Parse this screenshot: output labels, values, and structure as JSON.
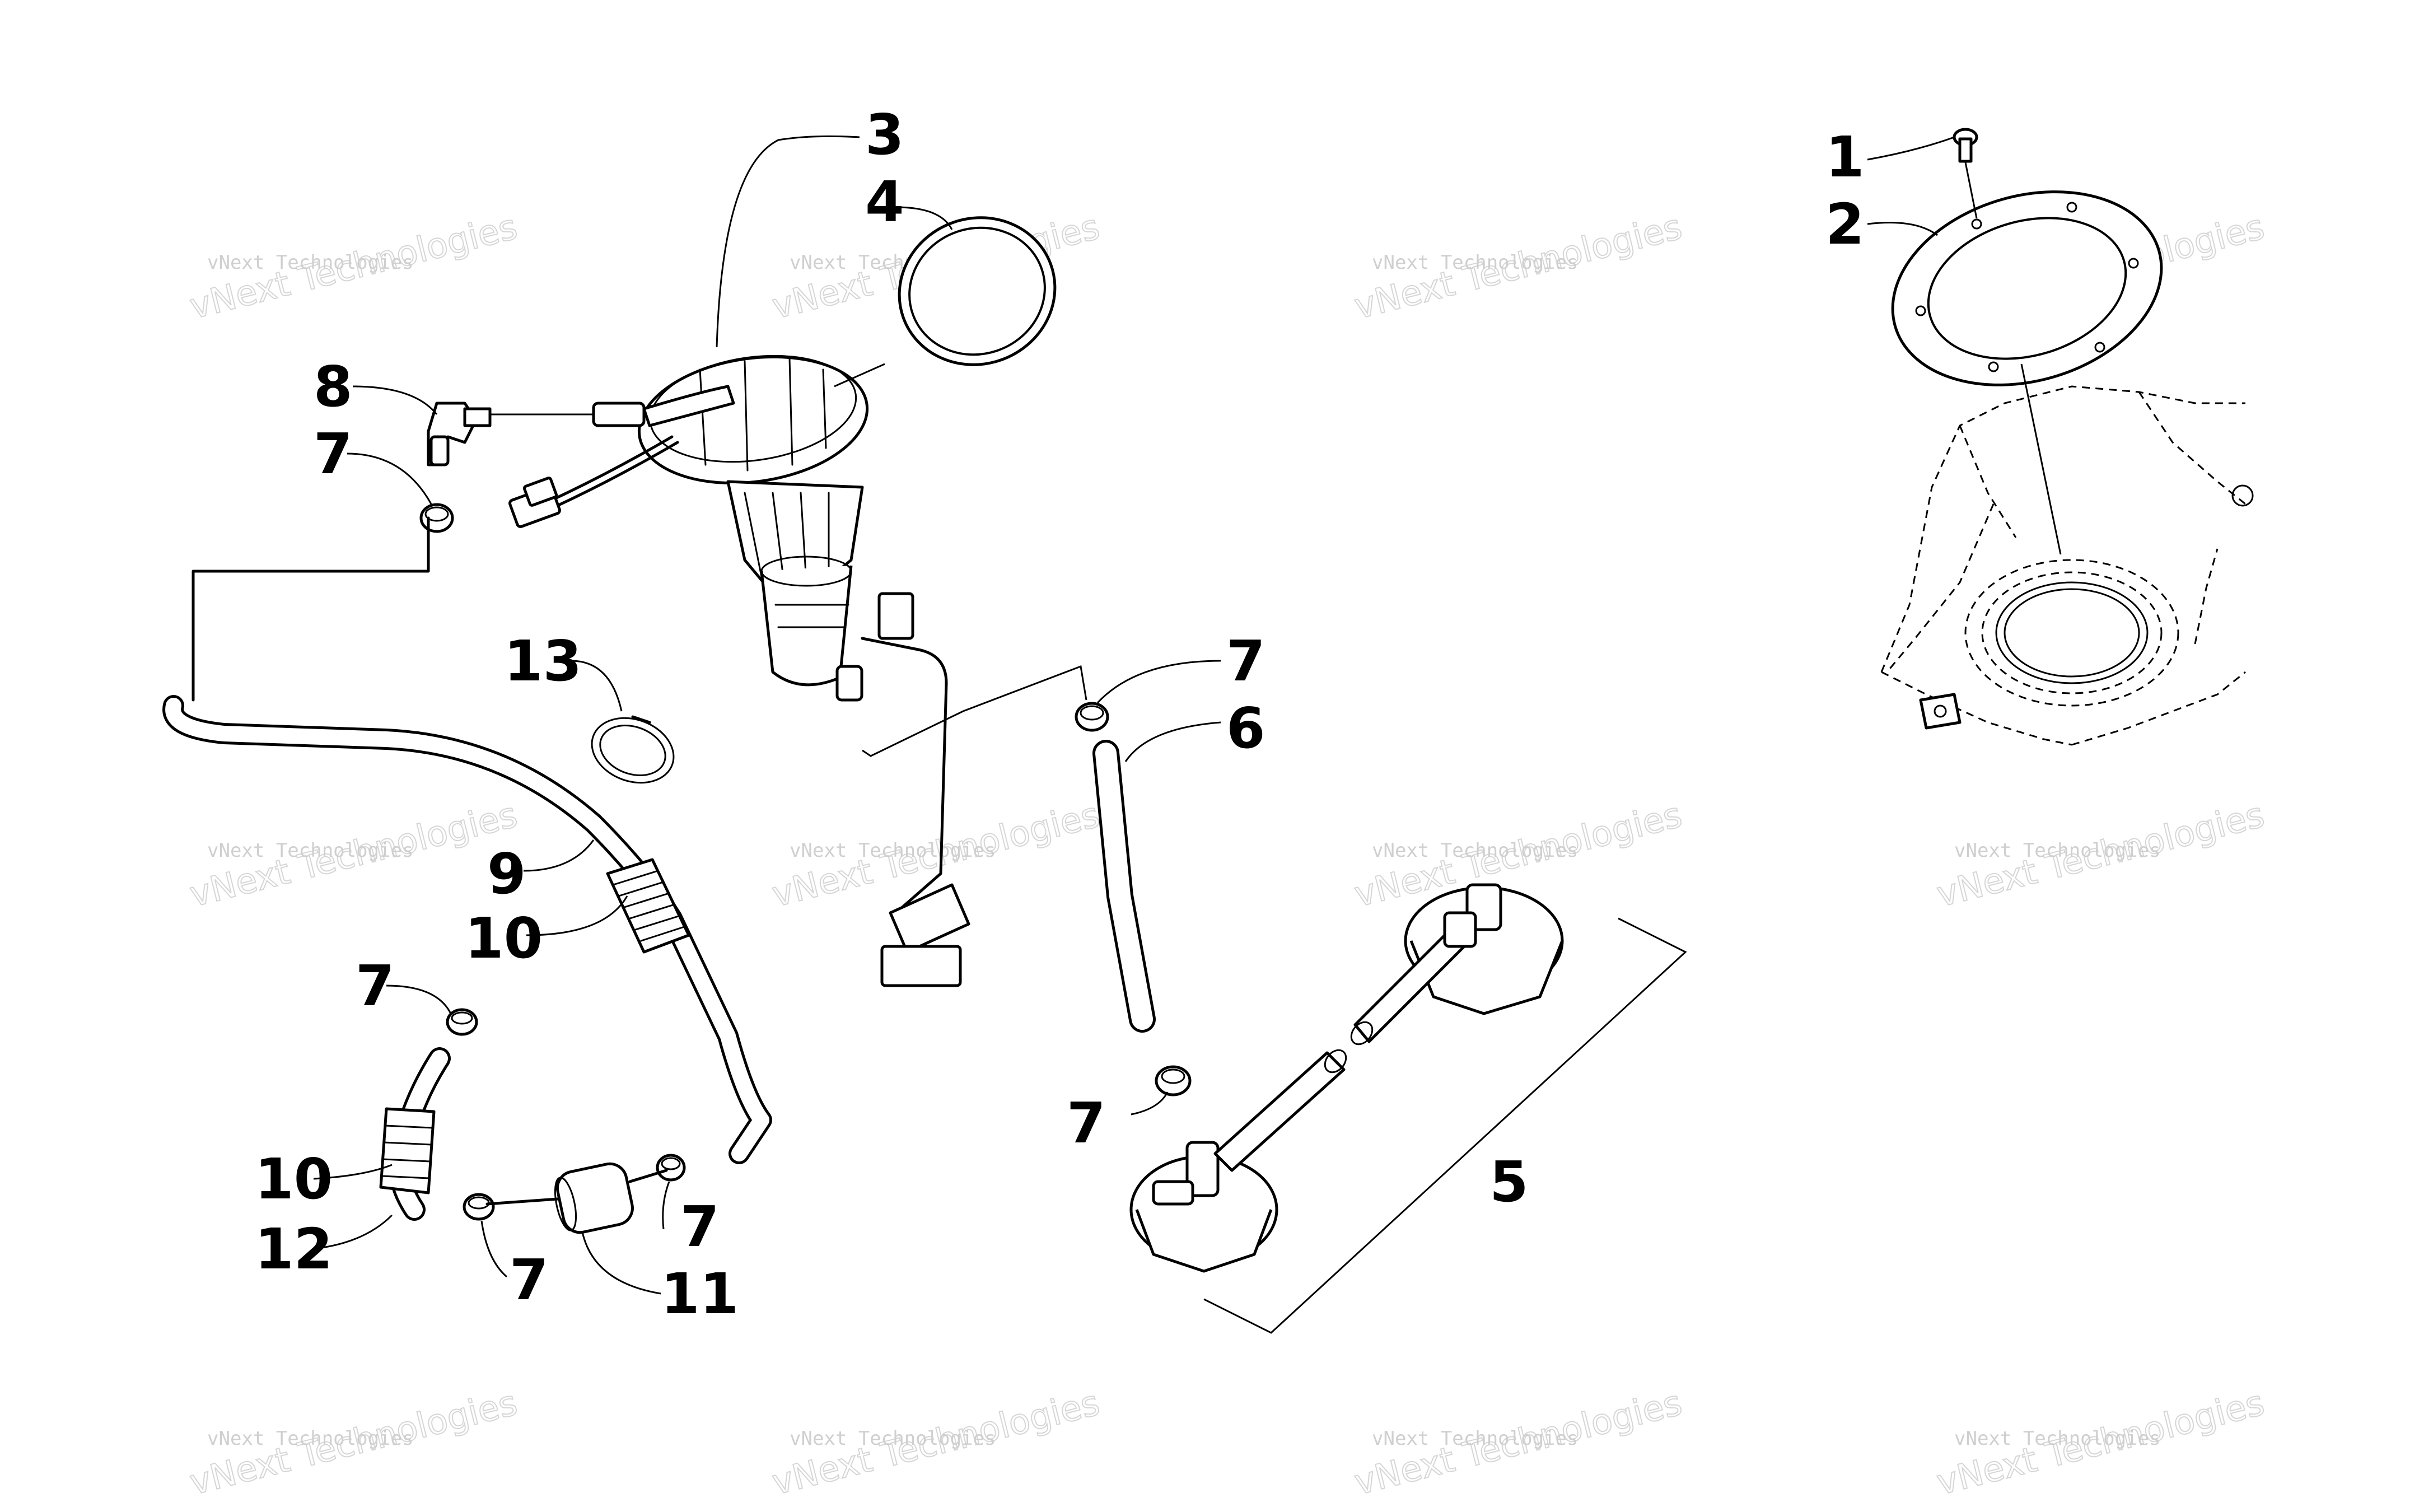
{
  "callouts": {
    "c1": "1",
    "c2": "2",
    "c3": "3",
    "c4": "4",
    "c5": "5",
    "c6": "6",
    "c7a": "7",
    "c7b": "7",
    "c7c": "7",
    "c7d": "7",
    "c7e": "7",
    "c7f": "7",
    "c8": "8",
    "c9": "9",
    "c10a": "10",
    "c10b": "10",
    "c11": "11",
    "c12": "12",
    "c13": "13"
  },
  "watermark": {
    "small": "vNext Technologies",
    "big": "vNext Technologies"
  }
}
